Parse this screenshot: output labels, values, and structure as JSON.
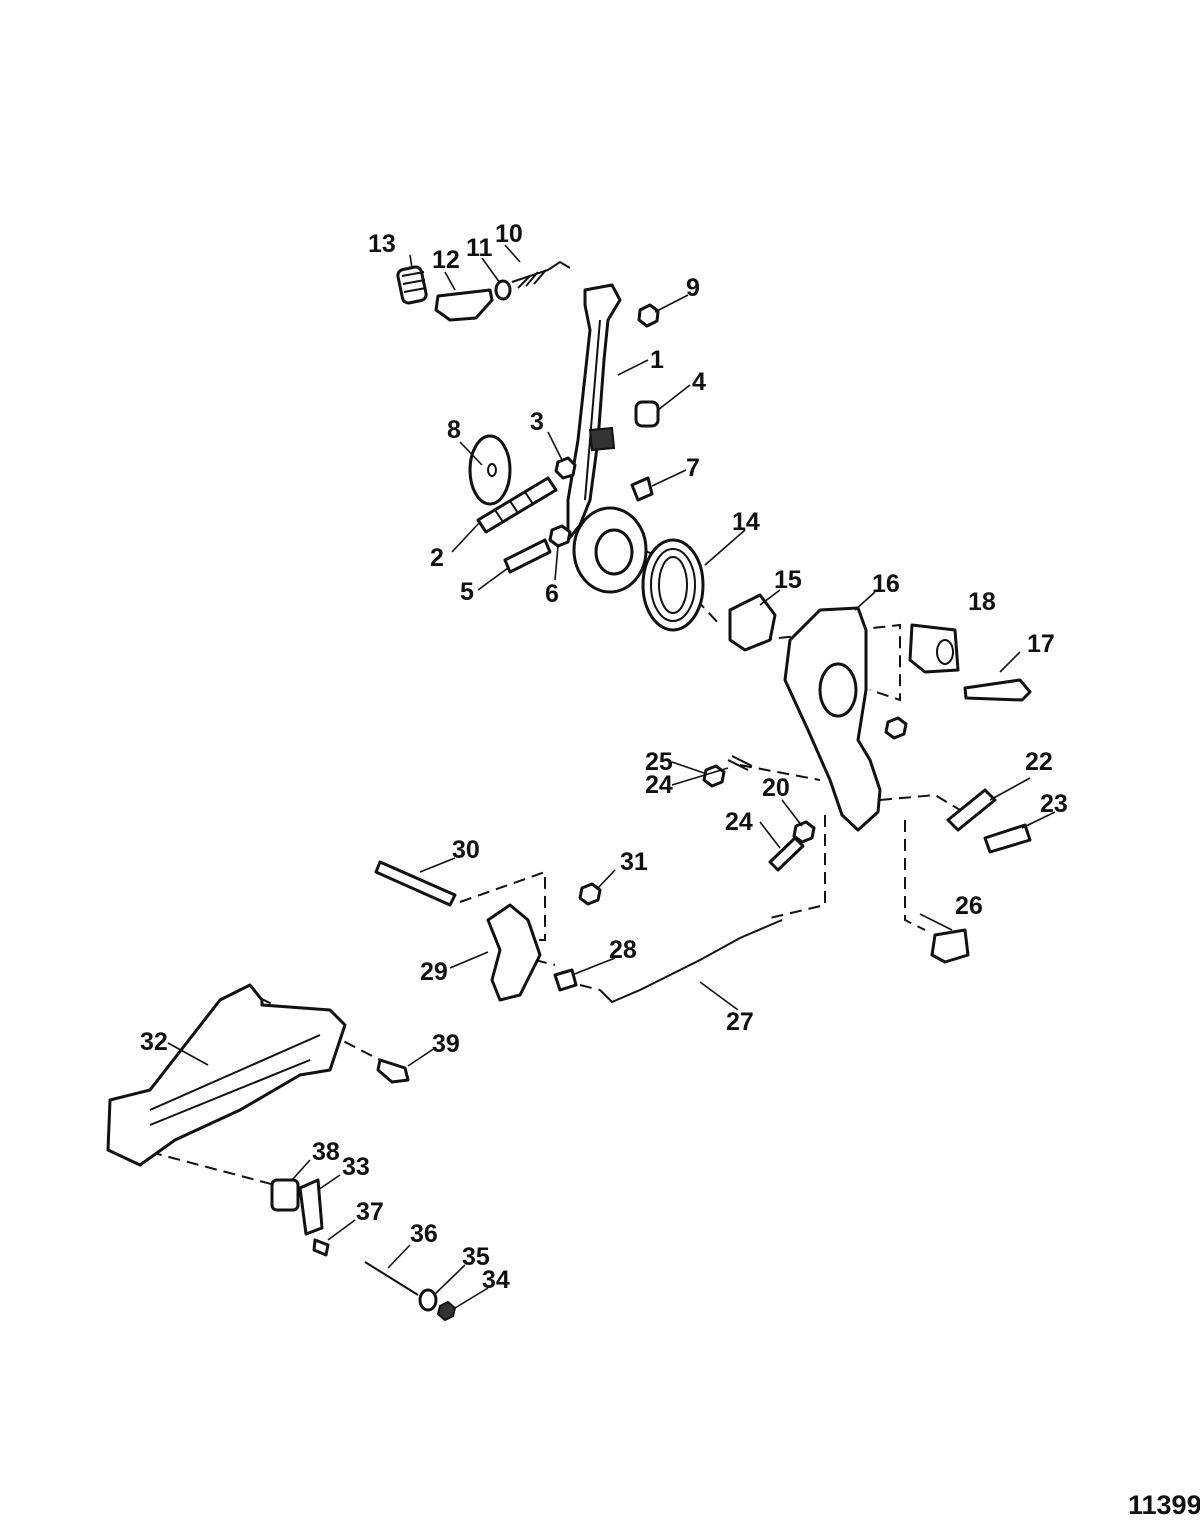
{
  "figure_id": "11399",
  "callouts": [
    "1",
    "2",
    "3",
    "4",
    "5",
    "6",
    "7",
    "8",
    "9",
    "10",
    "11",
    "12",
    "13",
    "14",
    "15",
    "16",
    "17",
    "18",
    "20",
    "22",
    "23",
    "24",
    "24",
    "25",
    "26",
    "27",
    "28",
    "29",
    "30",
    "31",
    "32",
    "33",
    "34",
    "35",
    "36",
    "37",
    "38",
    "39"
  ]
}
